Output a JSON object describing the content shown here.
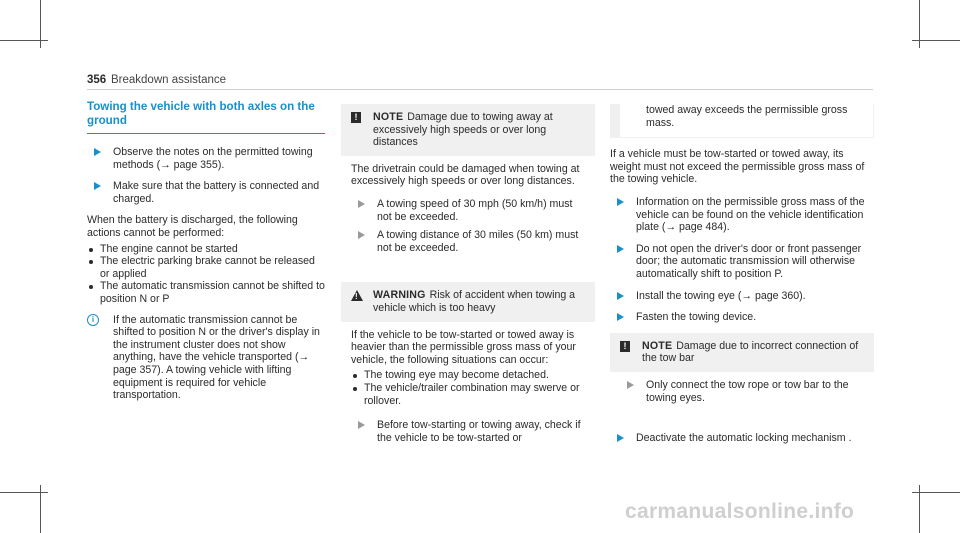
{
  "header": {
    "page_number": "356",
    "chapter": "Breakdown assistance"
  },
  "col1": {
    "title": "Towing the vehicle with both axles on the ground",
    "step1": "Observe the notes on the permitted towing methods (→ page 355).",
    "step2": "Make sure that the battery is connected and charged.",
    "intro": "When the battery is discharged, the following actions cannot be performed:",
    "bullets": [
      "The engine cannot be started",
      "The electric parking brake cannot be released or applied",
      "The automatic transmission cannot be shifted to position N or P"
    ],
    "info": "If the automatic transmission cannot be shifted to position N or the driver's display in the instrument cluster does not show anything, have the vehicle transported (→ page 357). A towing vehicle with lifting equipment is required for vehicle transportation."
  },
  "col2": {
    "note_label": "NOTE",
    "note_head": "Damage due to towing away at excessively high speeds or over long distances",
    "note_body": "The drivetrain could be damaged when towing at excessively high speeds or over long distances.",
    "note_steps": [
      "A towing speed of 30 mph (50 km/h) must not be exceeded.",
      "A towing distance of 30 miles (50 km) must not be exceeded."
    ],
    "warning_label": "WARNING",
    "warning_head": "Risk of accident when towing a vehicle which is too heavy",
    "warning_body": "If the vehicle to be tow-started or towed away is heavier than the permissible gross mass of your vehicle, the following situations can occur:",
    "warning_bullets": [
      "The towing eye may become detached.",
      "The vehicle/trailer combination may swerve or rollover."
    ],
    "warning_step": "Before tow-starting or towing away, check if the vehicle to be tow-started or"
  },
  "col3": {
    "cont": "towed away exceeds the permissible gross mass.",
    "para": "If a vehicle must be tow-started or towed away, its weight must not exceed the permissible gross mass of the towing vehicle.",
    "step1": "Information on the permissible gross mass of the vehicle can be found on the vehicle identification plate (→ page 484).",
    "step2": "Do not open the driver's door or front passenger door; the automatic transmission will otherwise automatically shift to position P.",
    "step3": "Install the towing eye (→ page 360).",
    "step4": "Fasten the towing device.",
    "note_label": "NOTE",
    "note_head": "Damage due to incorrect connection of the tow bar",
    "note_step": "Only connect the tow rope or tow bar to the towing eyes.",
    "step5": "Deactivate the automatic locking mechanism ."
  },
  "gear": {
    "n": "N",
    "p": "P"
  },
  "icons": {
    "info_glyph": "i",
    "note_glyph": "!"
  },
  "watermark": "carmanualsonline.info",
  "colors": {
    "accent": "#1a8fc8",
    "box_bg": "#f0f0f0",
    "text": "#2b2b2b"
  }
}
